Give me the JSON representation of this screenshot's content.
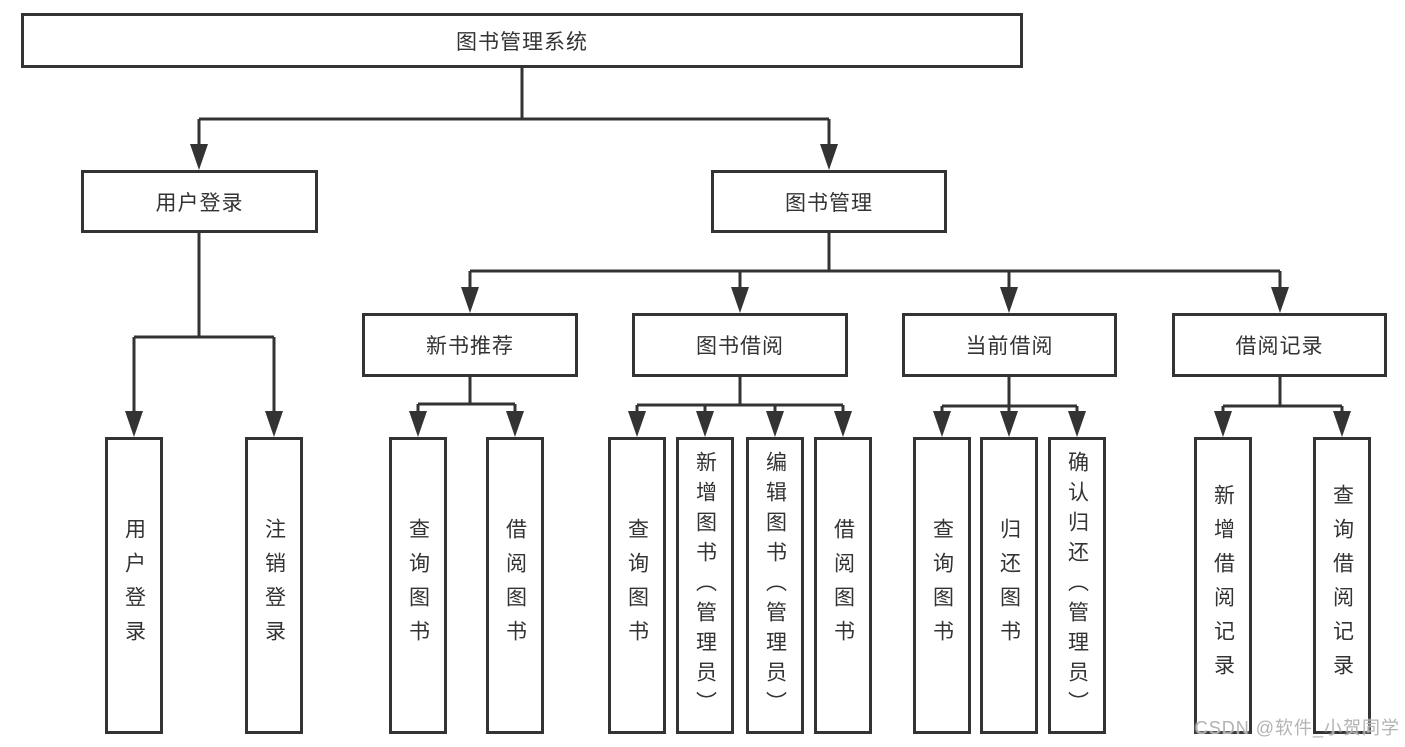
{
  "page": {
    "background": "#ffffff",
    "line_color": "#333333",
    "text_color": "#333333",
    "watermark_color": "#b3b3b3"
  },
  "diagram": {
    "title": "图书管理系统",
    "watermark": "CSDN @软件_小贺同学",
    "nodes": {
      "root": {
        "label": "图书管理系统"
      },
      "user_login": {
        "label": "用户登录"
      },
      "book_mgmt": {
        "label": "图书管理"
      },
      "new_book_rec": {
        "label": "新书推荐"
      },
      "book_borrow": {
        "label": "图书借阅"
      },
      "current_borrow": {
        "label": "当前借阅"
      },
      "borrow_records": {
        "label": "借阅记录"
      },
      "leaf_user_login": {
        "label": "用户登录"
      },
      "leaf_logout": {
        "label": "注销登录"
      },
      "leaf_rec_query": {
        "label": "查询图书"
      },
      "leaf_rec_borrow": {
        "label": "借阅图书"
      },
      "leaf_bb_query": {
        "label": "查询图书"
      },
      "leaf_bb_add": {
        "label": "新增图书（管理员）"
      },
      "leaf_bb_edit": {
        "label": "编辑图书（管理员）"
      },
      "leaf_bb_borrow": {
        "label": "借阅图书"
      },
      "leaf_cb_query": {
        "label": "查询图书"
      },
      "leaf_cb_return": {
        "label": "归还图书"
      },
      "leaf_cb_confirm": {
        "label": "确认归还（管理员）"
      },
      "leaf_br_add": {
        "label": "新增借阅记录"
      },
      "leaf_br_query": {
        "label": "查询借阅记录"
      }
    },
    "hierarchy": [
      {
        "parent": "图书管理系统",
        "children": [
          "用户登录",
          "图书管理"
        ]
      },
      {
        "parent": "用户登录",
        "children": [
          "用户登录",
          "注销登录"
        ]
      },
      {
        "parent": "图书管理",
        "children": [
          "新书推荐",
          "图书借阅",
          "当前借阅",
          "借阅记录"
        ]
      },
      {
        "parent": "新书推荐",
        "children": [
          "查询图书",
          "借阅图书"
        ]
      },
      {
        "parent": "图书借阅",
        "children": [
          "查询图书",
          "新增图书（管理员）",
          "编辑图书（管理员）",
          "借阅图书"
        ]
      },
      {
        "parent": "当前借阅",
        "children": [
          "查询图书",
          "归还图书",
          "确认归还（管理员）"
        ]
      },
      {
        "parent": "借阅记录",
        "children": [
          "新增借阅记录",
          "查询借阅记录"
        ]
      }
    ]
  }
}
